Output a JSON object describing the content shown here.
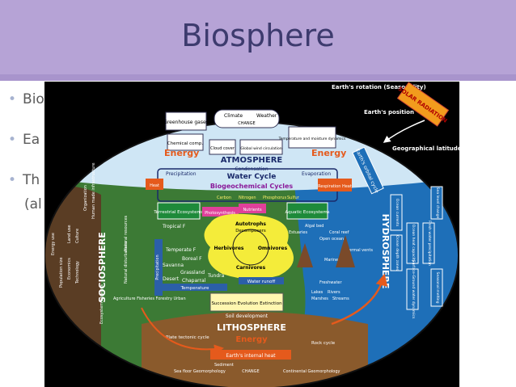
{
  "slide": {
    "title": "Biosphere",
    "bullets": [
      "Bio",
      "Ea",
      "Th"
    ],
    "bullet_continuation": "(al"
  },
  "diagram": {
    "spheres": {
      "atmosphere": "ATMOSPHERE",
      "hydrosphere": "HYDROSPHERE",
      "lithosphere": "LITHOSPHERE",
      "sociosphere": "SOCIOSPHERE"
    },
    "top": {
      "earths_rotation": "Earth's rotation (Seasonality)",
      "solar_radiation": "SOLAR RADIATION",
      "earths_position": "Earth's position",
      "geographical_latitude": "Geographical latitude",
      "earth_orbital_cycle": "Earth's orbital cycle"
    },
    "atmosphere_boxes": [
      "Greenhouse gases",
      "Climate",
      "Weather",
      "Chemical comp.",
      "Cloud cover",
      "Global wind circulation",
      "Temperature and moisture dynamics"
    ],
    "change": "CHANGE",
    "energy": "Energy",
    "heat": "Heat",
    "respiration_heat": "Respiration Heat",
    "water_cycle": {
      "title": "Water Cycle",
      "condensation": "Condensation",
      "precipitation": "Precipitation",
      "evaporation": "Evaporation"
    },
    "biogeochemical": "Biogeochemical Cycles",
    "nutrients": "Nutrients",
    "photosynthesis": "Photosynthesis",
    "cycle_labels": [
      "Carbon",
      "Nitrogen",
      "Phosphorus",
      "Sulfur"
    ],
    "food_web": {
      "autotrophs": "Autotrophs",
      "decomposers": "Decomposers",
      "herbivores": "Herbivores",
      "omnivores": "Omnivores",
      "carnivores": "Carnivores"
    },
    "terrestrial": "Terrestrial Ecosystems",
    "aquatic": "Aquatic Ecosystems",
    "biomes": [
      "Tropical F",
      "Temperate F",
      "Boreal F",
      "Savanna",
      "Grassland",
      "Tundra",
      "Desert",
      "Chaparral"
    ],
    "temperature": "Temperature",
    "precipitation_v": "Precipitation",
    "water_runoff": "Water runoff",
    "succession": "Succession Evolution Extinction",
    "soil_development": "Soil development",
    "aquatic_items": [
      "Algal bed",
      "Estuaries",
      "Coral reef",
      "Open ocean",
      "Marine",
      "Thermal vents",
      "Freshwater",
      "Lakes",
      "Rivers",
      "Marshes",
      "Streams"
    ],
    "hydro_boxes": [
      "Ocean currents",
      "Ocean depth zones",
      "Ocean heat capacity",
      "Fresh water precipitation",
      "Surface-Ground water dynamics",
      "Sea level change",
      "Seasonal melting"
    ],
    "socio_items": [
      "Energy use",
      "Population size",
      "Land use",
      "Culture",
      "Organization",
      "Technology",
      "Economics",
      "Human made infrastructure",
      "Natural resources",
      "Natural disturbances",
      "Ecosystem services",
      "Agriculture Fisheries Forestry Urban"
    ],
    "litho": {
      "plate_tectonic": "Plate tectonic cycle",
      "rock_cycle": "Rock cycle",
      "earth_heat": "Earth's internal heat",
      "seafloor": "Sea floor Geomorphology",
      "continental": "Continental Geomorphology",
      "sediment": "Sediment"
    },
    "colors": {
      "ocean": "#1e6fb8",
      "land": "#3c7a35",
      "sky": "#cfe6f5",
      "energy": "#e55a1c",
      "rock": "#8a5a2c",
      "frame": "#000000"
    }
  }
}
